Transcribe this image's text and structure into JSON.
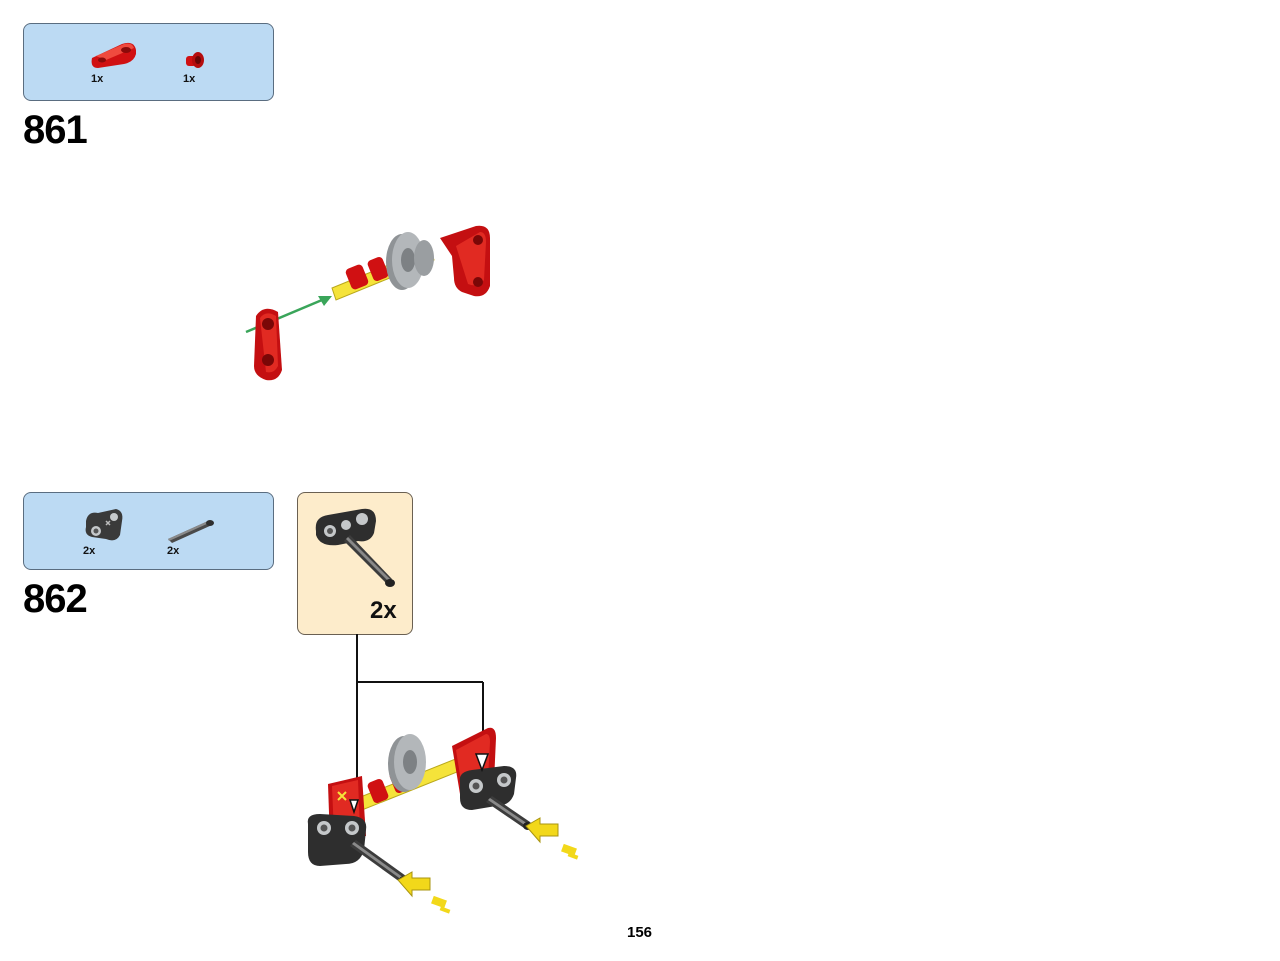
{
  "steps": [
    {
      "number": "861",
      "parts": [
        {
          "name": "red-liftarm-connector",
          "qty": "1x"
        },
        {
          "name": "red-axle-connector",
          "qty": "1x"
        }
      ]
    },
    {
      "number": "862",
      "parts": [
        {
          "name": "dark-gray-liftarm",
          "qty": "2x"
        },
        {
          "name": "dark-gray-axle",
          "qty": "2x"
        }
      ],
      "subassembly": {
        "qty": "2x"
      }
    }
  ],
  "page_number": "156",
  "colors": {
    "parts_box_bg": "#bcdaf3",
    "subassembly_bg": "#fdeccb",
    "lego_red": "#d01012",
    "lego_yellow": "#f5e33a",
    "lego_gray": "#a0a5a9",
    "lego_dark": "#2a2a2a",
    "arrow_green": "#3aa55a",
    "arrow_yellow": "#f2d81a"
  }
}
